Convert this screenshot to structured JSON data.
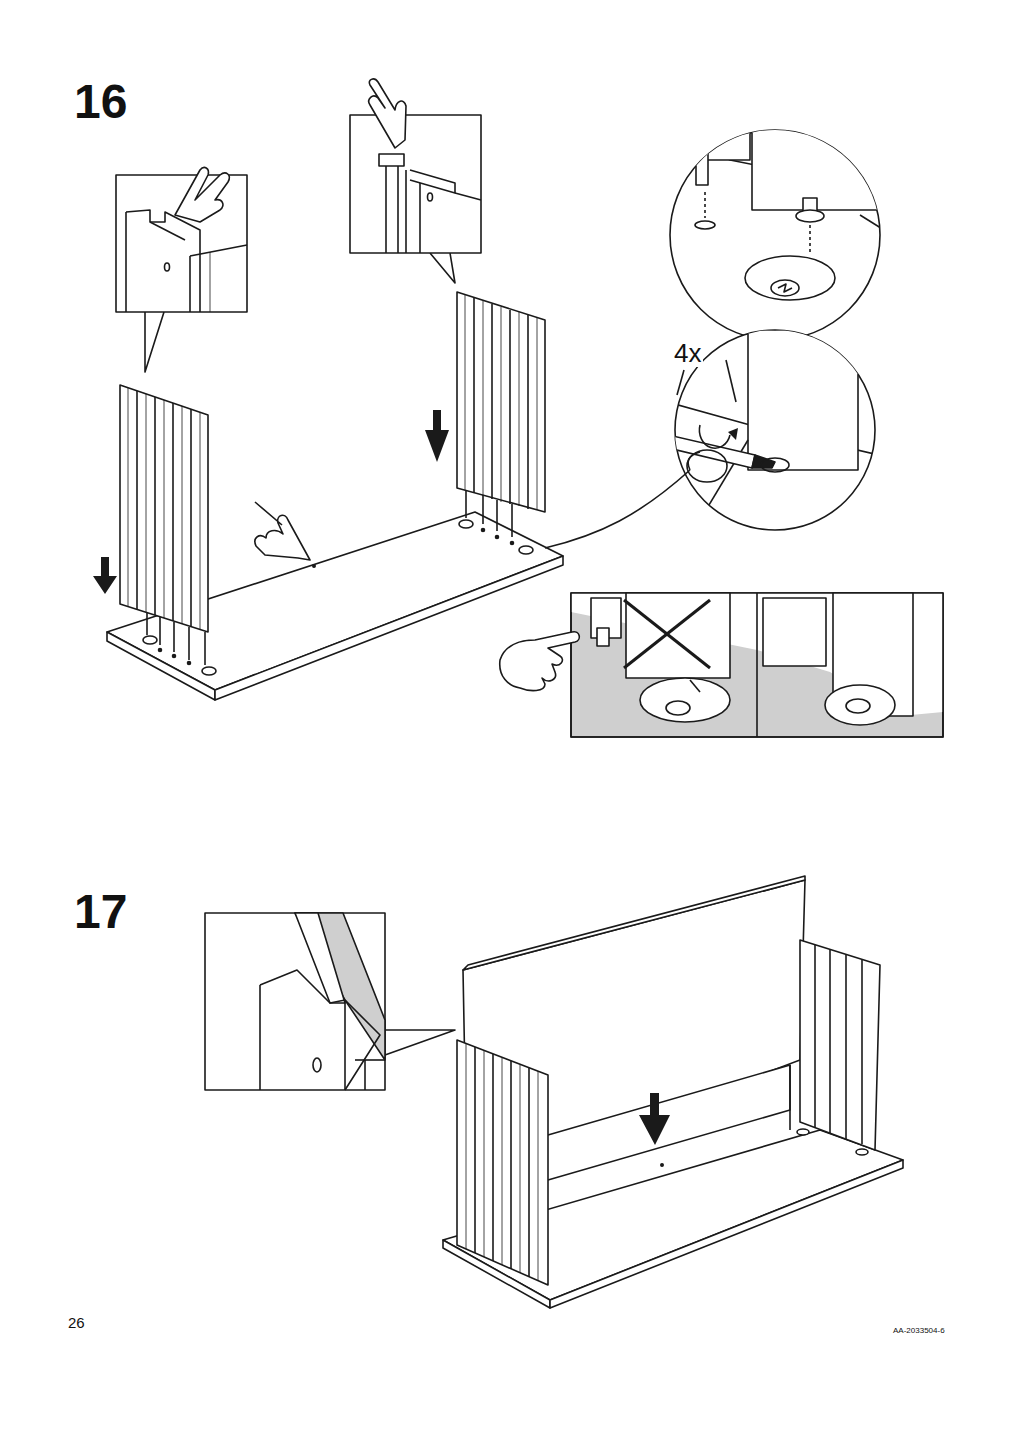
{
  "diagram": {
    "labels": [
      "16",
      "4x",
      "17",
      "26",
      "AA-2033504-6"
    ]
  }
}
